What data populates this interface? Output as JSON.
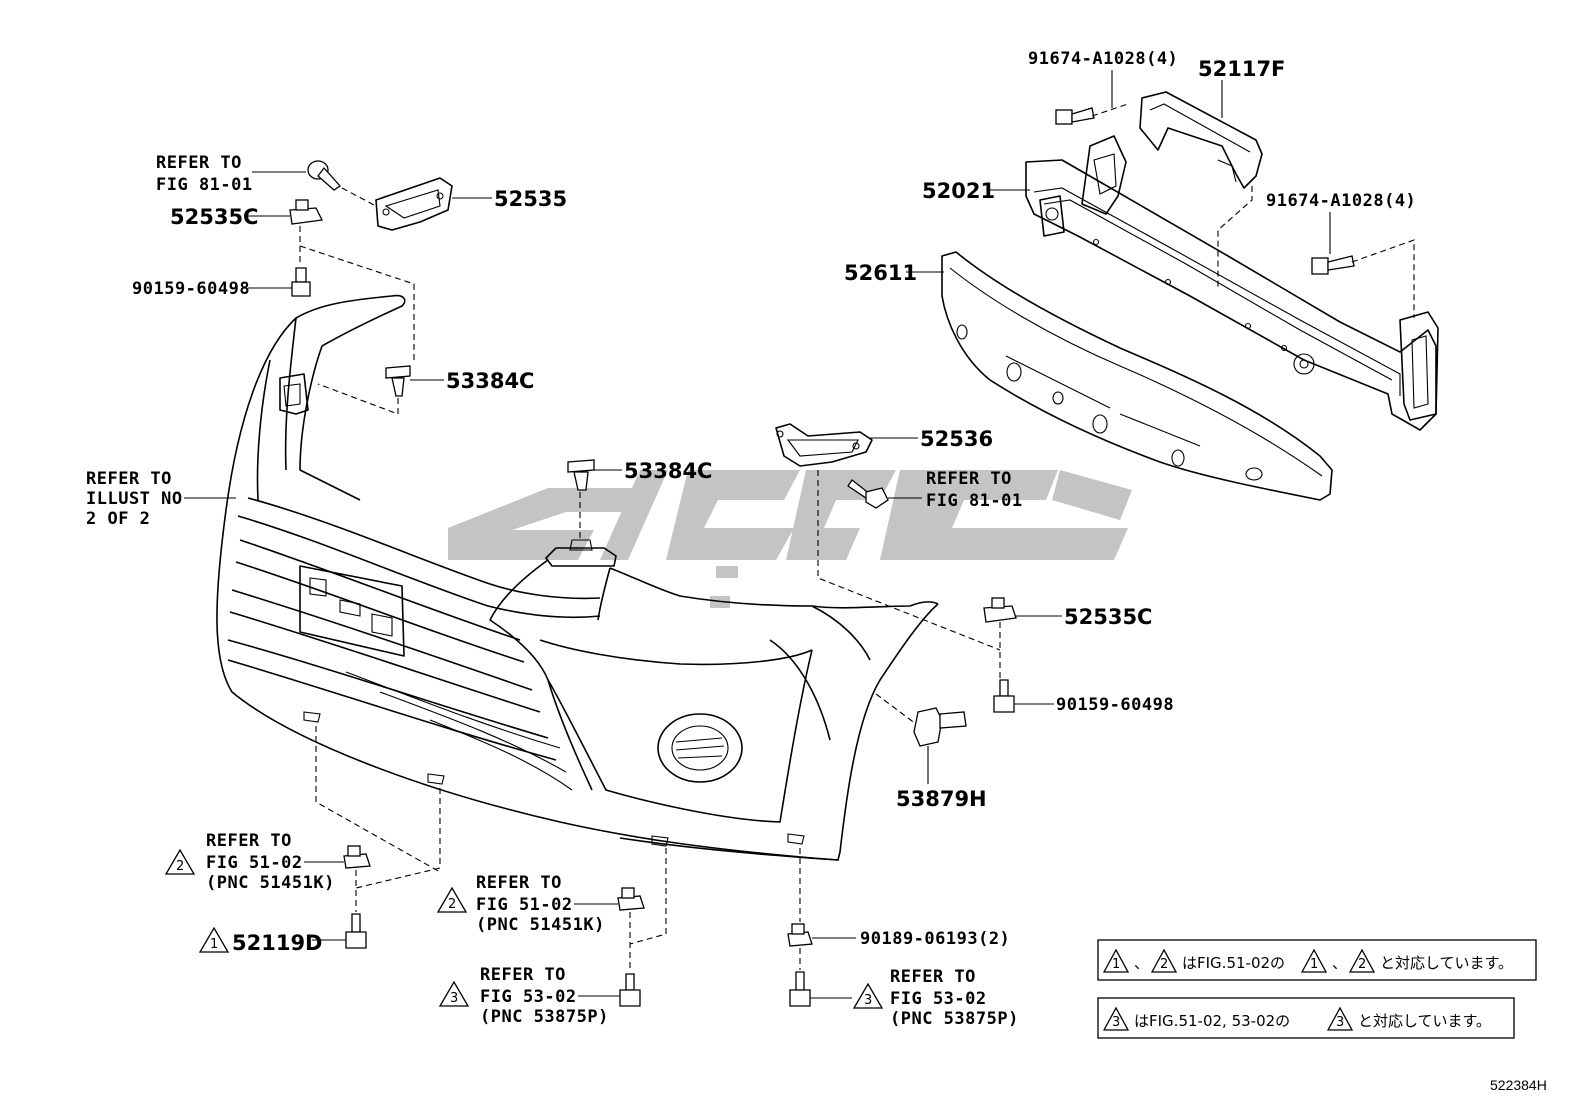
{
  "diagram": {
    "figure_id": "522384H",
    "watermark_color": "#c4c4c4",
    "callouts": {
      "bolt_top_left": "91674-A1028(4)",
      "part_52117F": "52117F",
      "part_52021": "52021",
      "bolt_right": "91674-A1028(4)",
      "part_52611": "52611",
      "refer_81_left_l1": "REFER TO",
      "refer_81_left_l2": "FIG 81-01",
      "part_52535": "52535",
      "part_52535C_left": "52535C",
      "part_90159_left": "90159-60498",
      "part_53384C_upper": "53384C",
      "refer_illust_l1": "REFER TO",
      "refer_illust_l2": "ILLUST NO",
      "refer_illust_l3": "2 OF 2",
      "part_53384C_center": "53384C",
      "part_52536": "52536",
      "refer_81_right_l1": "REFER TO",
      "refer_81_right_l2": "FIG 81-01",
      "part_52535C_right": "52535C",
      "part_90159_right": "90159-60498",
      "part_53879H": "53879H",
      "refer_51_a_l1": "REFER TO",
      "refer_51_a_l2": "FIG 51-02",
      "refer_51_a_l3": "(PNC 51451K)",
      "part_52119D": "52119D",
      "refer_51_b_l1": "REFER TO",
      "refer_51_b_l2": "FIG 51-02",
      "refer_51_b_l3": "(PNC 51451K)",
      "refer_53_a_l1": "REFER TO",
      "refer_53_a_l2": "FIG 53-02",
      "refer_53_a_l3": "(PNC 53875P)",
      "part_90189": "90189-06193(2)",
      "refer_53_b_l1": "REFER TO",
      "refer_53_b_l2": "FIG 53-02",
      "refer_53_b_l3": "(PNC 53875P)"
    },
    "triangle_marks": {
      "one": "1",
      "two": "2",
      "three": "3"
    },
    "notes": {
      "note1_sep1": "、",
      "note1_text1": "はFIG.51-02の",
      "note1_sep2": "、",
      "note1_text2": "と対応しています。",
      "note2_text1": "はFIG.51-02, 53-02の",
      "note2_text2": "と対応しています。"
    }
  }
}
